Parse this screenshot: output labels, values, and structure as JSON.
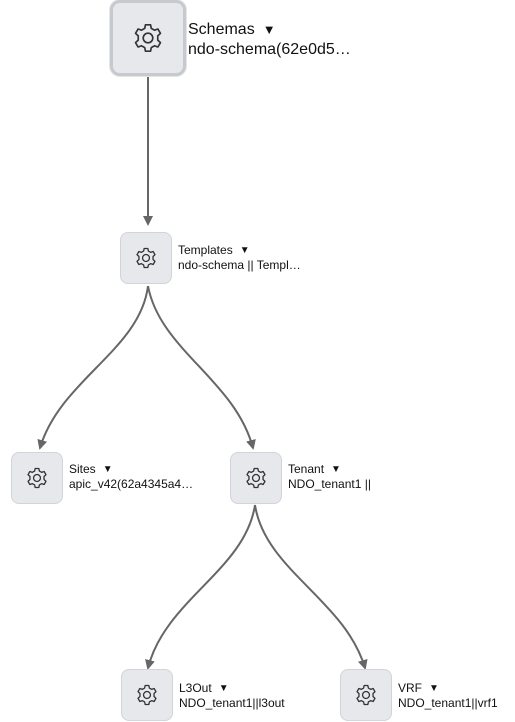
{
  "nodes": {
    "schemas": {
      "title": "Schemas",
      "subtitle": "ndo-schema(62e0d5…"
    },
    "templates": {
      "title": "Templates",
      "subtitle": "ndo-schema || Templ…"
    },
    "sites": {
      "title": "Sites",
      "subtitle": "apic_v42(62a4345a4…"
    },
    "tenant": {
      "title": "Tenant",
      "subtitle": "NDO_tenant1 ||"
    },
    "l3out": {
      "title": "L3Out",
      "subtitle": "NDO_tenant1||l3out"
    },
    "vrf": {
      "title": "VRF",
      "subtitle": "NDO_tenant1||vrf1"
    }
  },
  "caret_symbol": "▼",
  "icon": "gear-icon",
  "colors": {
    "edge": "#666666",
    "node_fill": "#e6e8eb",
    "node_border": "#d1d4d8",
    "icon_stroke": "#333333"
  }
}
